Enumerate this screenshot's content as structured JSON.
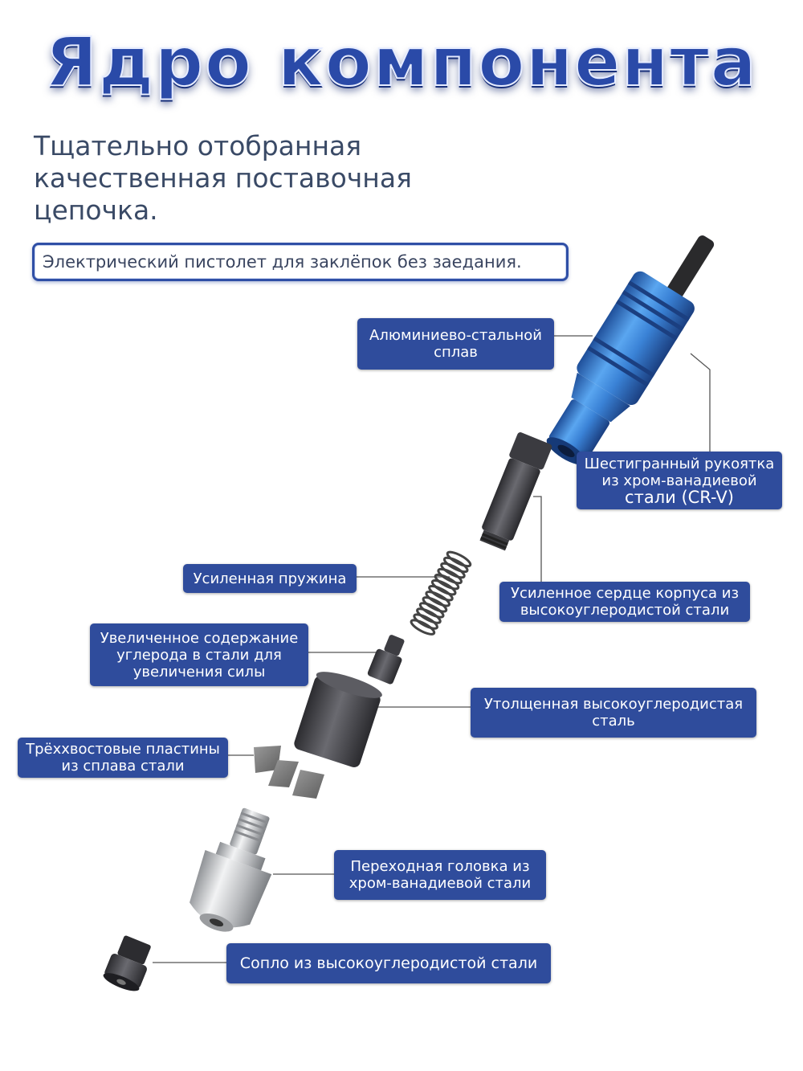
{
  "title": "Ядро компонента",
  "subtitle": "Тщательно отобранная качественная поставочная цепочка.",
  "frame_text": "Электрический пистолет для заклёпок без заедания.",
  "labels": {
    "aluminum": "Алюминиево-стальной сплав",
    "hex_handle_line1": "Шестигранный рукоятка из хром-ванадиевой",
    "hex_handle_line2": "стали (CR-V)",
    "spring": "Усиленная пружина",
    "core": "Усиленное сердце корпуса из высокоуглеродистой стали",
    "carbon": "Увеличенное содержание углерода в стали для увеличения силы",
    "thick": "Утолщенная высокоуглеродистая сталь",
    "jaws": "Трёххвостовые пластины из сплава стали",
    "adapter": "Переходная головка из хром-ванадиевой стали",
    "nozzle": "Сопло из высокоуглеродистой стали"
  },
  "colors": {
    "label_bg": "#2f4c9c",
    "title": "#2a4aa8",
    "blue_part": "#3a82d6",
    "dark_steel": "#4a4a4e",
    "silver": "#c4c6c9"
  }
}
